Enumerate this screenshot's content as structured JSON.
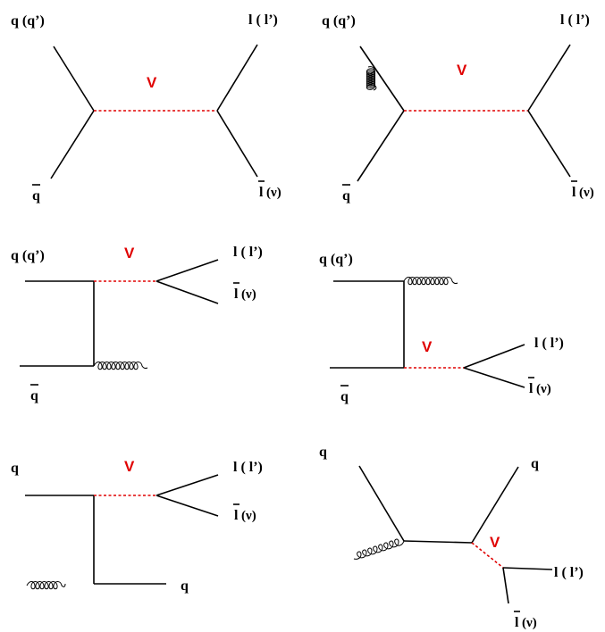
{
  "diagrams": [
    {
      "labels": {
        "q1": "q (q’)",
        "q2": "q",
        "l1": "l ( l’)",
        "l2": "l",
        "nu": "(ν)",
        "boson": "V"
      }
    },
    {
      "labels": {
        "q1": "q (q’)",
        "q2": "q",
        "l1": "l ( l’)",
        "l2": "l",
        "nu": "(ν)",
        "boson": "V"
      }
    },
    {
      "labels": {
        "q1": "q (q’)",
        "q2": "q",
        "l1": "l ( l’)",
        "l2": "l",
        "nu": "(ν)",
        "boson": "V"
      }
    },
    {
      "labels": {
        "q1": "q (q’)",
        "q2": "q",
        "l1": "l ( l’)",
        "l2": "l",
        "nu": "(ν)",
        "boson": "V"
      }
    },
    {
      "labels": {
        "q1": "q",
        "q_out": "q",
        "l1": "l ( l’)",
        "l2": "l",
        "nu": "(ν)",
        "boson": "V"
      }
    },
    {
      "labels": {
        "q1": "q",
        "q_out": "q",
        "l1": "l ( l’)",
        "l2": "l",
        "nu": "(ν)",
        "boson": "V"
      }
    }
  ],
  "colors": {
    "boson": "#e00000",
    "lines": "#000000"
  }
}
